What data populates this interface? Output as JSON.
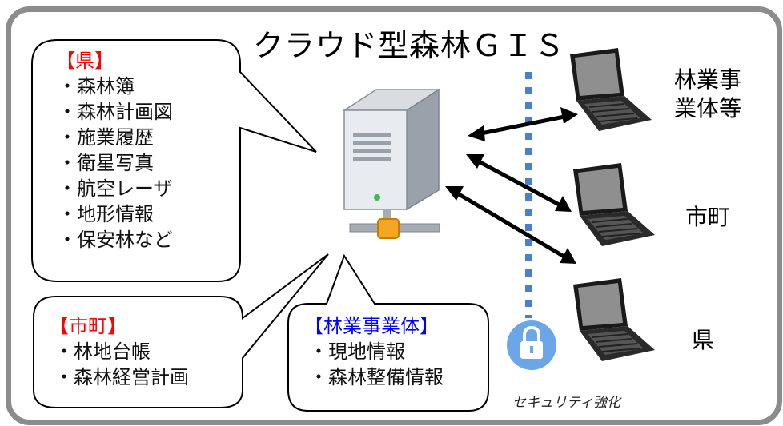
{
  "title": "クラウド型森林ＧＩＳ",
  "prefecture_bubble": {
    "heading": "【県】",
    "items": [
      "森林簿",
      "森林計画図",
      "施業履歴",
      "衛星写真",
      "航空レーザ",
      "地形情報",
      "保安林など"
    ]
  },
  "city_bubble": {
    "heading": "【市町】",
    "items": [
      "林地台帳",
      "森林経営計画"
    ]
  },
  "forestry_bubble": {
    "heading": "【林業事業体】",
    "items": [
      "現地情報",
      "森林整備情報"
    ]
  },
  "devices": {
    "forestry": "林業事\n業体等",
    "city": "市町",
    "prefecture": "県"
  },
  "security_label": "セキュリティ強化",
  "icons": {
    "server": "server-icon",
    "laptop": "laptop-icon",
    "lock": "lock-icon"
  },
  "colors": {
    "heading_red": "#ff0000",
    "heading_blue": "#0000ff",
    "frame": "#8c8c8c",
    "security_line": "#4a7fcf",
    "lock_circle": "#6aa6e8"
  }
}
